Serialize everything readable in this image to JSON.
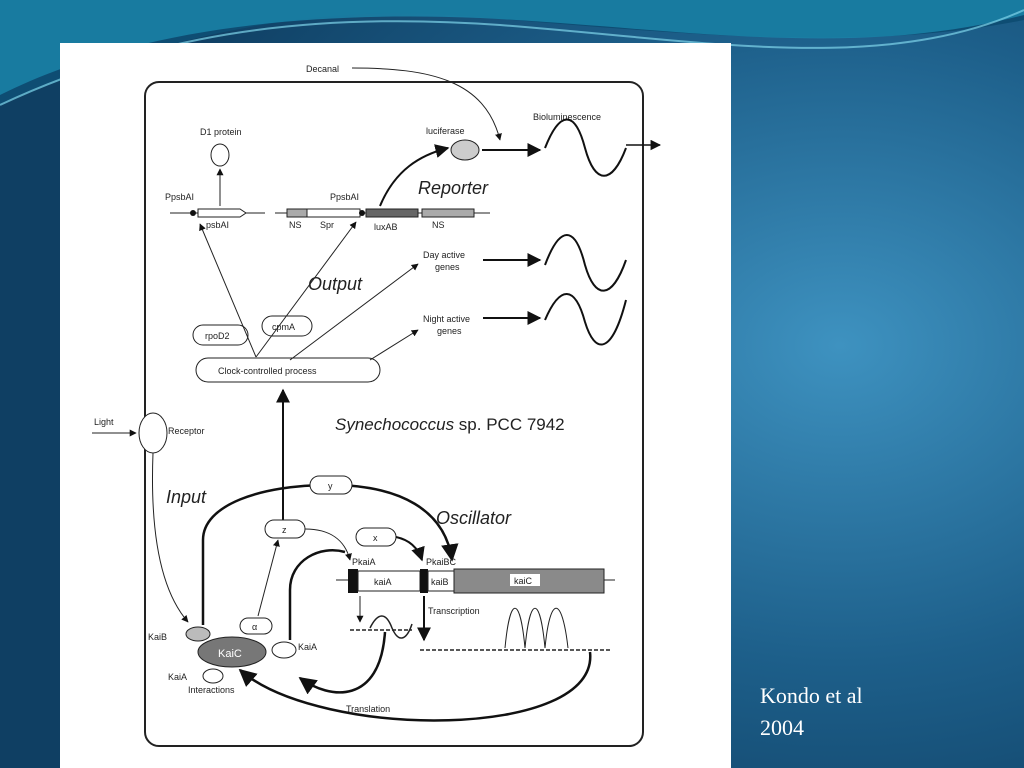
{
  "labels": {
    "decanal": "Decanal",
    "d1_protein": "D1 protein",
    "luciferase": "luciferase",
    "bioluminescence": "Bioluminescence",
    "ppsbai_left": "PpsbAI",
    "psbai": "psbAI",
    "ppsbai_mid": "PpsbAI",
    "ns_left": "NS",
    "spr": "Spr",
    "luxab": "luxAB",
    "ns_right": "NS",
    "reporter": "Reporter",
    "day_active_1": "Day active",
    "day_active_2": "genes",
    "output": "Output",
    "rpod2": "rpoD2",
    "cpma": "cpmA",
    "night_active_1": "Night active",
    "night_active_2": "genes",
    "clock_process": "Clock-controlled process",
    "light": "Light",
    "receptor": "Receptor",
    "organism_italic": "Synechococcus",
    "organism_rest": " sp. PCC 7942",
    "input": "Input",
    "y": "y",
    "z": "z",
    "x": "x",
    "oscillator": "Oscillator",
    "pkaia": "PkaiA",
    "pkaibc": "PkaiBC",
    "kaia_gene": "kaiA",
    "kaib_gene": "kaiB",
    "kaic_gene": "kaiC",
    "transcription": "Transcription",
    "alpha": "α",
    "kaib": "KaiB",
    "kaic": "KaiC",
    "kaia_protein": "KaiA",
    "kaia_bottom": "KaiA",
    "interactions": "Interactions",
    "translation": "Translation"
  },
  "caption": {
    "line1": "Kondo et al",
    "line2": "2004"
  }
}
